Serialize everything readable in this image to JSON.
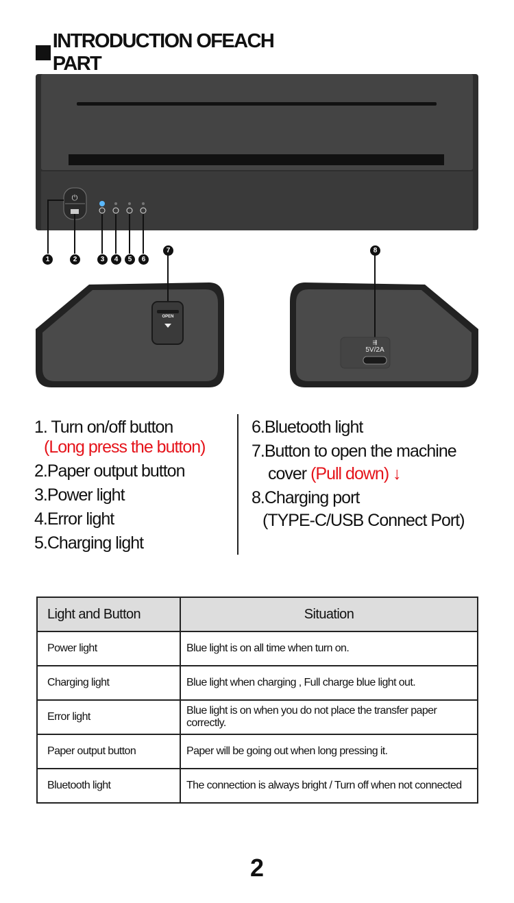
{
  "title": "INTRODUCTION OFEACH PART",
  "device": {
    "open_label": "OPEN",
    "port_label": "5V/2A",
    "callouts": [
      "1",
      "2",
      "3",
      "4",
      "5",
      "6",
      "7",
      "8"
    ]
  },
  "list_left": [
    {
      "num": "1.",
      "text": "Turn on/off button",
      "note": "(Long press the button)"
    },
    {
      "num": "2.",
      "text": "Paper output button"
    },
    {
      "num": "3.",
      "text": "Power light"
    },
    {
      "num": "4.",
      "text": "Error light"
    },
    {
      "num": "5.",
      "text": "Charging light"
    }
  ],
  "list_right": [
    {
      "num": "6.",
      "text": "Bluetooth light"
    },
    {
      "num": "7.",
      "text": "Button to open the machine",
      "line2": "cover",
      "note": "(Pull down) ↓"
    },
    {
      "num": "8.",
      "text": "Charging port",
      "line2": "(TYPE-C/USB Connect Port)"
    }
  ],
  "table": {
    "headers": [
      "Light and Button",
      "Situation"
    ],
    "rows": [
      [
        "Power light",
        "Blue light is on all time when turn on."
      ],
      [
        "Charging light",
        "Blue light when charging , Full charge blue light out."
      ],
      [
        "Error light",
        "Blue light is on when you do not place the transfer paper correctly."
      ],
      [
        "Paper output button",
        "Paper will be going out when long pressing it."
      ],
      [
        "Bluetooth light",
        "The connection is always bright / Turn off when not connected"
      ]
    ]
  },
  "page_number": "2",
  "colors": {
    "accent": "#e5141b",
    "body": "#3a3a3a",
    "led": "#5ab8ff"
  }
}
